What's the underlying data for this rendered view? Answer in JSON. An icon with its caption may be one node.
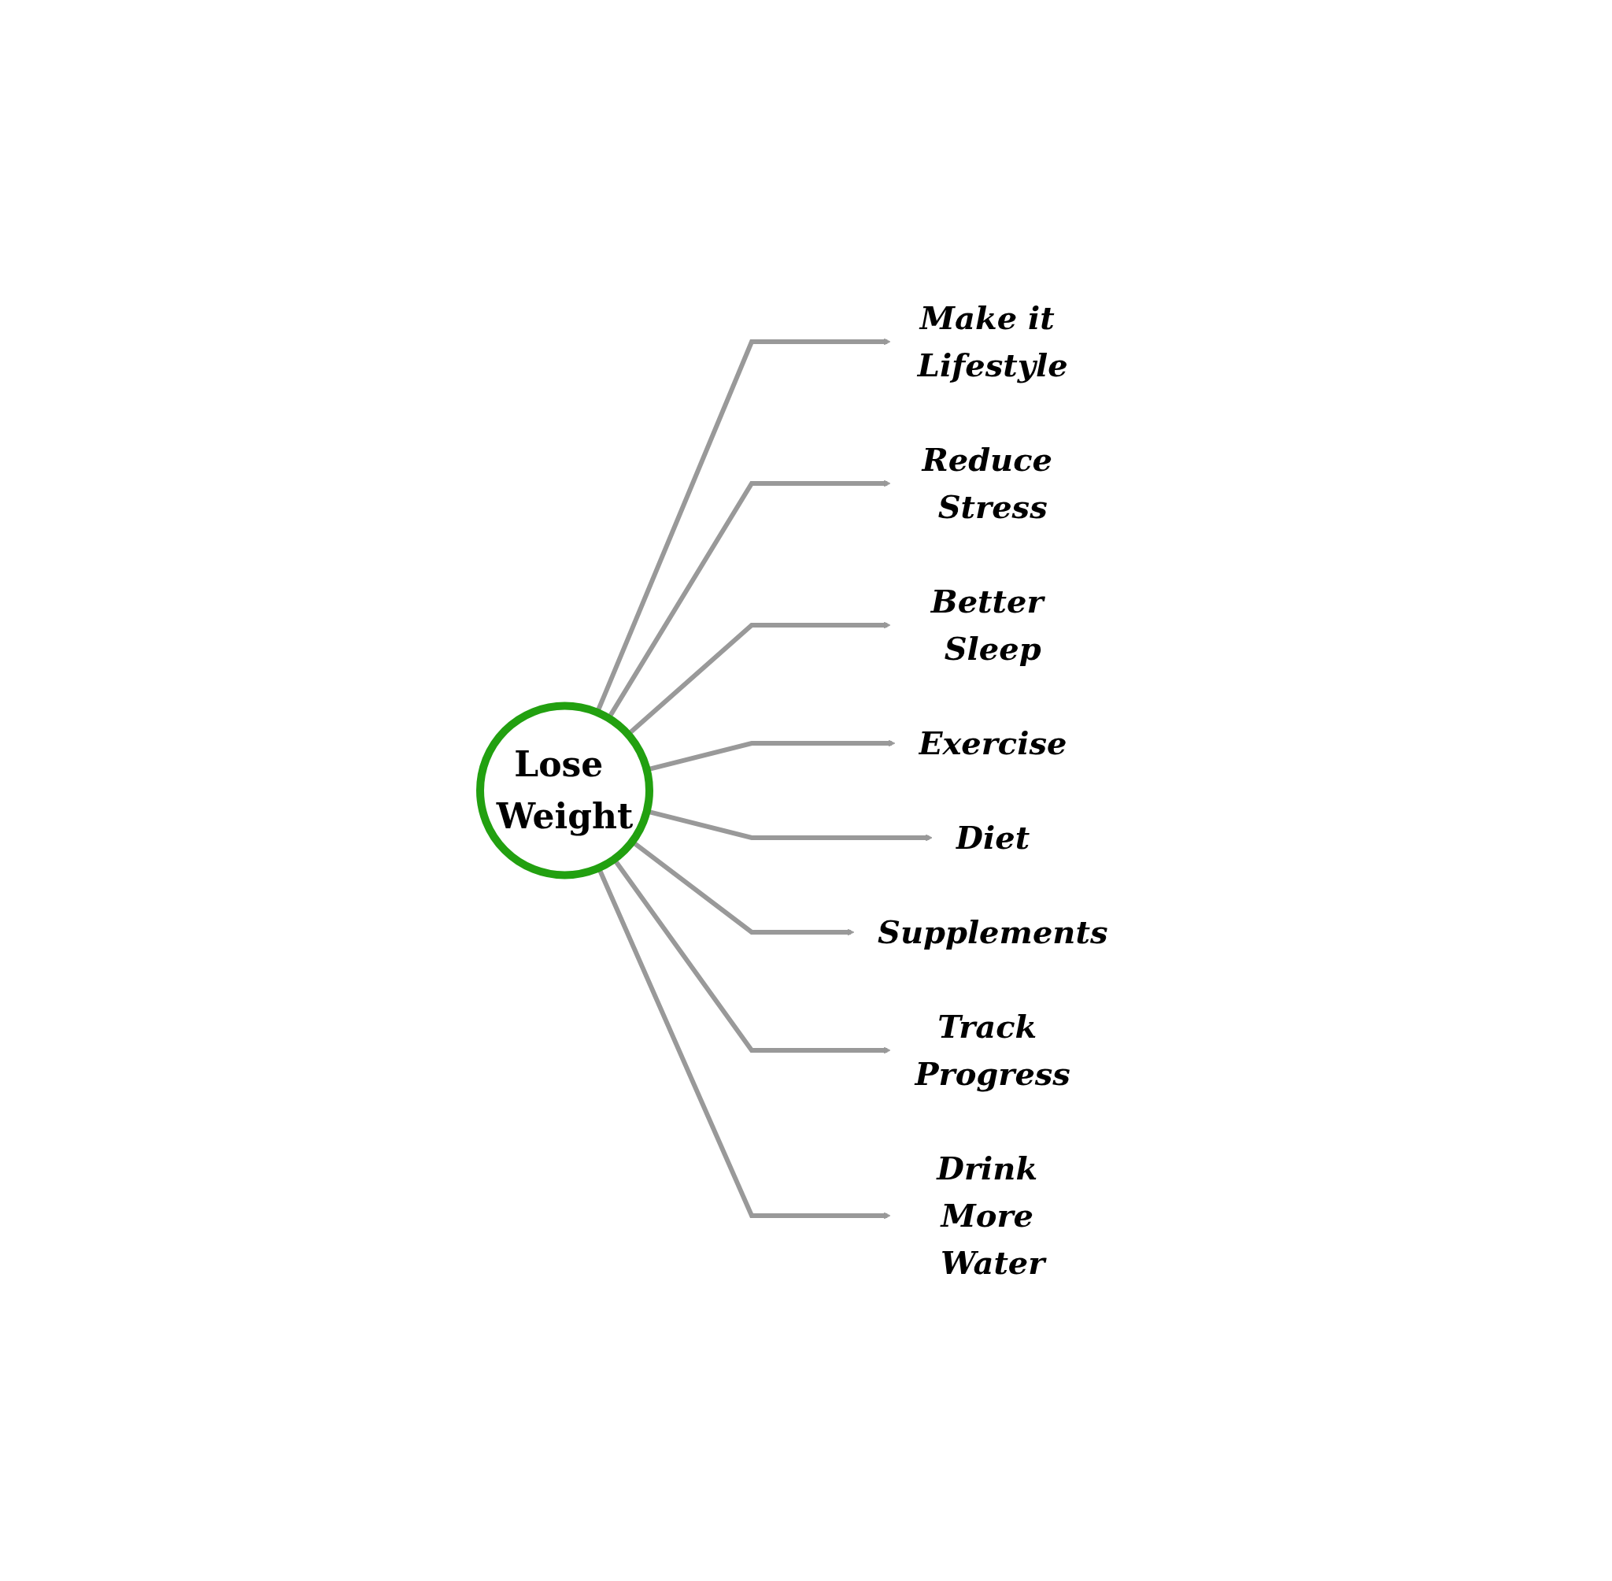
{
  "diagram": {
    "nodes": [
      {
        "text": [
          "Lose Weight"
        ]
      },
      {
        "text": [
          "Make it Lifestyle"
        ]
      },
      {
        "text": [
          "Reduce Stress"
        ]
      },
      {
        "text": [
          "Better Sleep"
        ]
      },
      {
        "text": [
          "Exercise"
        ]
      },
      {
        "text": [
          "Diet"
        ]
      },
      {
        "text": [
          "Supplements"
        ]
      },
      {
        "text": [
          "Track Progress"
        ]
      },
      {
        "text": [
          "Drink More Water"
        ]
      }
    ],
    "edges": [
      {
        "from": 0,
        "to": 1,
        "arrow": "to"
      },
      {
        "from": 0,
        "to": 2,
        "arrow": "to"
      },
      {
        "from": 0,
        "to": 3,
        "arrow": "to"
      },
      {
        "from": 0,
        "to": 4,
        "arrow": "to"
      },
      {
        "from": 0,
        "to": 5,
        "arrow": "to"
      },
      {
        "from": 0,
        "to": 6,
        "arrow": "to"
      },
      {
        "from": 0,
        "to": 7,
        "arrow": "to"
      },
      {
        "from": 0,
        "to": 8,
        "arrow": "to"
      }
    ]
  }
}
